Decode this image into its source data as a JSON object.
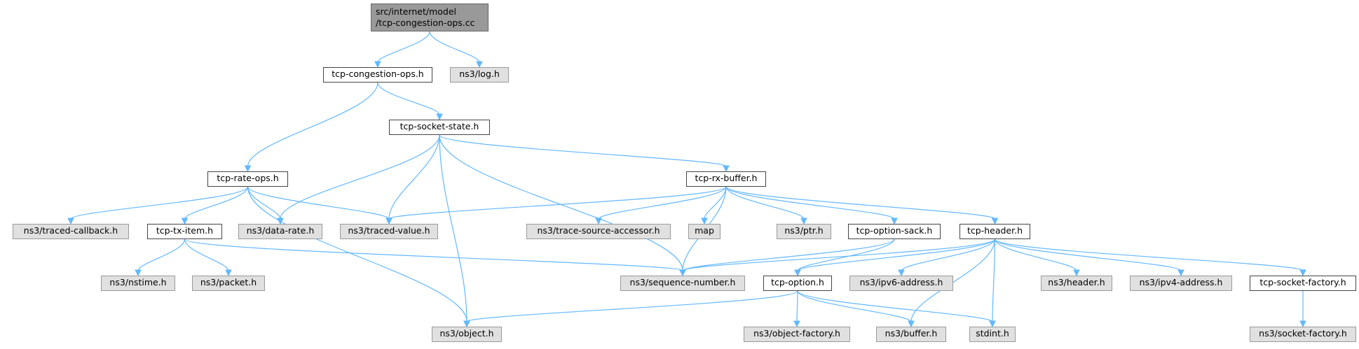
{
  "colors": {
    "edge": "#63b8ff",
    "root_fill": "#999999",
    "local_fill": "#ffffff",
    "external_fill": "#e0e0e0",
    "border": "#666666"
  },
  "nodes": {
    "root": {
      "line1": "src/internet/model",
      "line2": "/tcp-congestion-ops.cc"
    },
    "tcp_congestion_ops": {
      "label": "tcp-congestion-ops.h"
    },
    "log": {
      "label": "ns3/log.h"
    },
    "tcp_socket_state": {
      "label": "tcp-socket-state.h"
    },
    "tcp_rate_ops": {
      "label": "tcp-rate-ops.h"
    },
    "tcp_rx_buffer": {
      "label": "tcp-rx-buffer.h"
    },
    "traced_callback": {
      "label": "ns3/traced-callback.h"
    },
    "tcp_tx_item": {
      "label": "tcp-tx-item.h"
    },
    "data_rate": {
      "label": "ns3/data-rate.h"
    },
    "traced_value": {
      "label": "ns3/traced-value.h"
    },
    "trace_source": {
      "label": "ns3/trace-source-accessor.h"
    },
    "map": {
      "label": "map"
    },
    "ptr": {
      "label": "ns3/ptr.h"
    },
    "tcp_option_sack": {
      "label": "tcp-option-sack.h"
    },
    "tcp_header": {
      "label": "tcp-header.h"
    },
    "nstime": {
      "label": "ns3/nstime.h"
    },
    "packet": {
      "label": "ns3/packet.h"
    },
    "sequence_number": {
      "label": "ns3/sequence-number.h"
    },
    "tcp_option": {
      "label": "tcp-option.h"
    },
    "ipv6_address": {
      "label": "ns3/ipv6-address.h"
    },
    "header": {
      "label": "ns3/header.h"
    },
    "ipv4_address": {
      "label": "ns3/ipv4-address.h"
    },
    "tcp_socket_factory": {
      "label": "tcp-socket-factory.h"
    },
    "object": {
      "label": "ns3/object.h"
    },
    "object_factory": {
      "label": "ns3/object-factory.h"
    },
    "buffer": {
      "label": "ns3/buffer.h"
    },
    "stdint": {
      "label": "stdint.h"
    },
    "socket_factory": {
      "label": "ns3/socket-factory.h"
    }
  },
  "edges": [
    [
      "root",
      "tcp_congestion_ops"
    ],
    [
      "root",
      "log"
    ],
    [
      "tcp_congestion_ops",
      "tcp_rate_ops"
    ],
    [
      "tcp_congestion_ops",
      "tcp_socket_state"
    ],
    [
      "tcp_socket_state",
      "data_rate"
    ],
    [
      "tcp_socket_state",
      "traced_value"
    ],
    [
      "tcp_socket_state",
      "object"
    ],
    [
      "tcp_socket_state",
      "sequence_number"
    ],
    [
      "tcp_socket_state",
      "tcp_rx_buffer"
    ],
    [
      "tcp_rate_ops",
      "object"
    ],
    [
      "tcp_rate_ops",
      "traced_callback"
    ],
    [
      "tcp_rate_ops",
      "tcp_tx_item"
    ],
    [
      "tcp_rate_ops",
      "data_rate"
    ],
    [
      "tcp_rate_ops",
      "traced_value"
    ],
    [
      "tcp_tx_item",
      "nstime"
    ],
    [
      "tcp_tx_item",
      "packet"
    ],
    [
      "tcp_tx_item",
      "sequence_number"
    ],
    [
      "tcp_rx_buffer",
      "traced_value"
    ],
    [
      "tcp_rx_buffer",
      "trace_source"
    ],
    [
      "tcp_rx_buffer",
      "map"
    ],
    [
      "tcp_rx_buffer",
      "sequence_number"
    ],
    [
      "tcp_rx_buffer",
      "ptr"
    ],
    [
      "tcp_rx_buffer",
      "tcp_option_sack"
    ],
    [
      "tcp_rx_buffer",
      "tcp_header"
    ],
    [
      "tcp_option_sack",
      "sequence_number"
    ],
    [
      "tcp_option_sack",
      "tcp_option"
    ],
    [
      "tcp_header",
      "sequence_number"
    ],
    [
      "tcp_header",
      "tcp_option"
    ],
    [
      "tcp_header",
      "ipv6_address"
    ],
    [
      "tcp_header",
      "buffer"
    ],
    [
      "tcp_header",
      "stdint"
    ],
    [
      "tcp_header",
      "header"
    ],
    [
      "tcp_header",
      "ipv4_address"
    ],
    [
      "tcp_header",
      "tcp_socket_factory"
    ],
    [
      "tcp_option",
      "object"
    ],
    [
      "tcp_option",
      "object_factory"
    ],
    [
      "tcp_option",
      "buffer"
    ],
    [
      "tcp_option",
      "stdint"
    ],
    [
      "tcp_socket_factory",
      "socket_factory"
    ]
  ]
}
